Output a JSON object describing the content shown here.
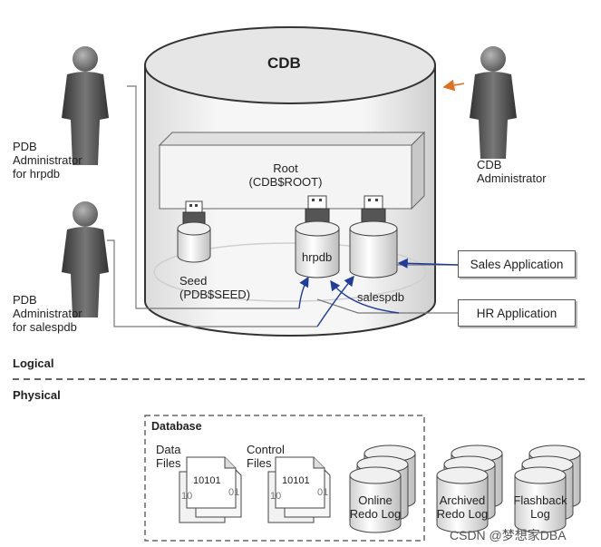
{
  "cdb_title": "CDB",
  "root": {
    "line1": "Root",
    "line2": "(CDB$ROOT)"
  },
  "seed": {
    "line1": "Seed",
    "line2": "(PDB$SEED)"
  },
  "pdbs": {
    "hrpdb": "hrpdb",
    "salespdb": "salespdb"
  },
  "people": {
    "pdb_admin_hr": [
      "PDB",
      "Administrator",
      "for hrpdb"
    ],
    "pdb_admin_sales": [
      "PDB",
      "Administrator",
      "for salespdb"
    ],
    "cdb_admin": [
      "CDB",
      "Administrator"
    ]
  },
  "applications": {
    "sales": "Sales Application",
    "hr": "HR Application"
  },
  "sections": {
    "logical": "Logical",
    "physical": "Physical"
  },
  "database": {
    "title": "Database",
    "data_files": [
      "Data",
      "Files"
    ],
    "control_files": [
      "Control",
      "Files"
    ],
    "file_digits": "10101",
    "file_digits_back": "10",
    "file_digits_back2": "01",
    "online_redo": [
      "Online",
      "Redo Log"
    ],
    "archived_redo": [
      "Archived",
      "Redo Log"
    ],
    "flashback": [
      "Flashback",
      "Log"
    ]
  },
  "watermark": "CSDN @梦想家DBA",
  "colors": {
    "arrow_blue": "#1f3d99",
    "arrow_orange": "#e07020",
    "line_gray": "#777777"
  }
}
